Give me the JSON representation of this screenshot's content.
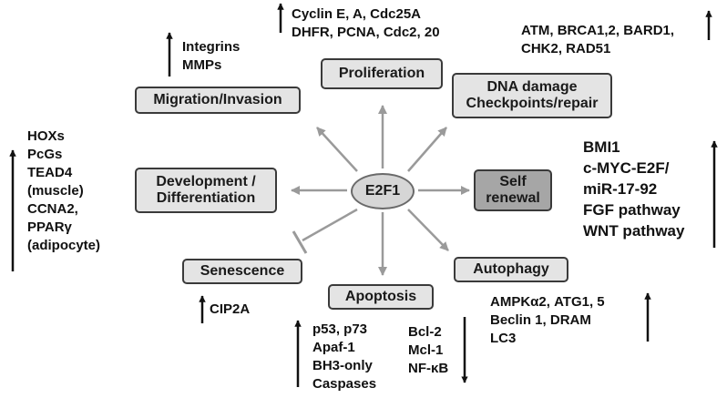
{
  "center": {
    "label": "E2F1"
  },
  "processes": {
    "proliferation": "Proliferation",
    "dna_damage": "DNA damage\nCheckpoints/repair",
    "migration": "Migration/Invasion",
    "development": "Development /\nDifferentiation",
    "self_renewal": "Self\nrenewal",
    "senescence": "Senescence",
    "apoptosis": "Apoptosis",
    "autophagy": "Autophagy"
  },
  "gene_lists": {
    "proliferation": {
      "direction": "up",
      "genes": [
        "Cyclin E, A, Cdc25A",
        "DHFR, PCNA, Cdc2, 20"
      ]
    },
    "dna_damage": {
      "direction": "up",
      "genes": [
        "ATM, BRCA1,2, BARD1,",
        "CHK2, RAD51"
      ]
    },
    "migration": {
      "direction": "up",
      "genes": [
        "Integrins",
        "MMPs"
      ]
    },
    "development": {
      "direction": "up",
      "genes": [
        "HOXs",
        "PcGs",
        "TEAD4",
        "(muscle)",
        "CCNA2,",
        "PPARγ",
        "(adipocyte)"
      ]
    },
    "self_renewal": {
      "direction": "up",
      "genes": [
        "BMI1",
        "c-MYC-E2F/",
        "miR-17-92",
        "FGF pathway",
        "WNT pathway"
      ]
    },
    "senescence": {
      "direction": "up",
      "genes": [
        "CIP2A"
      ]
    },
    "apoptosis_up": {
      "direction": "up",
      "genes": [
        "p53, p73",
        "Apaf-1",
        "BH3-only",
        "Caspases"
      ]
    },
    "apoptosis_down": {
      "direction": "down",
      "genes": [
        "Bcl-2",
        "Mcl-1",
        "NF-κB"
      ]
    },
    "autophagy": {
      "direction": "up",
      "genes": [
        "AMPKα2, ATG1, 5",
        "Beclin 1, DRAM",
        "LC3"
      ]
    }
  },
  "edges": [
    {
      "to": "proliferation",
      "effect": "activates"
    },
    {
      "to": "dna_damage",
      "effect": "activates"
    },
    {
      "to": "migration",
      "effect": "activates"
    },
    {
      "to": "development",
      "effect": "activates"
    },
    {
      "to": "self_renewal",
      "effect": "activates"
    },
    {
      "to": "senescence",
      "effect": "inhibits"
    },
    {
      "to": "apoptosis",
      "effect": "activates"
    },
    {
      "to": "autophagy",
      "effect": "activates"
    }
  ],
  "colors": {
    "arrow": "#9a9a9a",
    "box_fill": "#e4e4e4",
    "box_fill_dark": "#a6a6a6",
    "text": "#111111"
  }
}
